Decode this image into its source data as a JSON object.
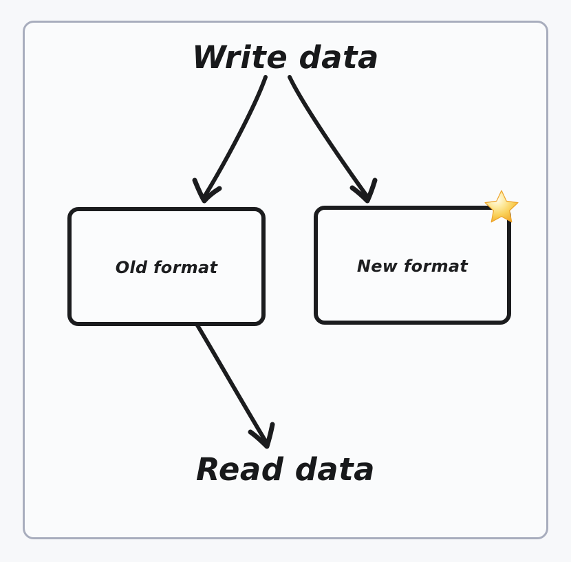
{
  "diagram": {
    "title_top": "Write data",
    "title_bottom": "Read data",
    "boxes": [
      {
        "id": "old-format",
        "label": "Old format",
        "starred": false
      },
      {
        "id": "new-format",
        "label": "New format",
        "starred": true
      }
    ],
    "badges": [
      {
        "name": "star-icon",
        "glyph": "⭐",
        "on_box": "new-format"
      }
    ],
    "arrows": [
      {
        "name": "write-to-old-format",
        "from": "Write data",
        "to": "Old format"
      },
      {
        "name": "write-to-new-format",
        "from": "Write data",
        "to": "New format"
      },
      {
        "name": "old-format-to-read",
        "from": "Old format",
        "to": "Read data"
      }
    ],
    "colors": {
      "frame_border": "#a8adbd",
      "background": "#f7f8fa",
      "box_stroke": "#1b1c1e",
      "box_fill": "#fbfcfd",
      "text": "#18191b",
      "star_light": "#fdf3c8",
      "star_gold": "#f6b93b"
    }
  }
}
